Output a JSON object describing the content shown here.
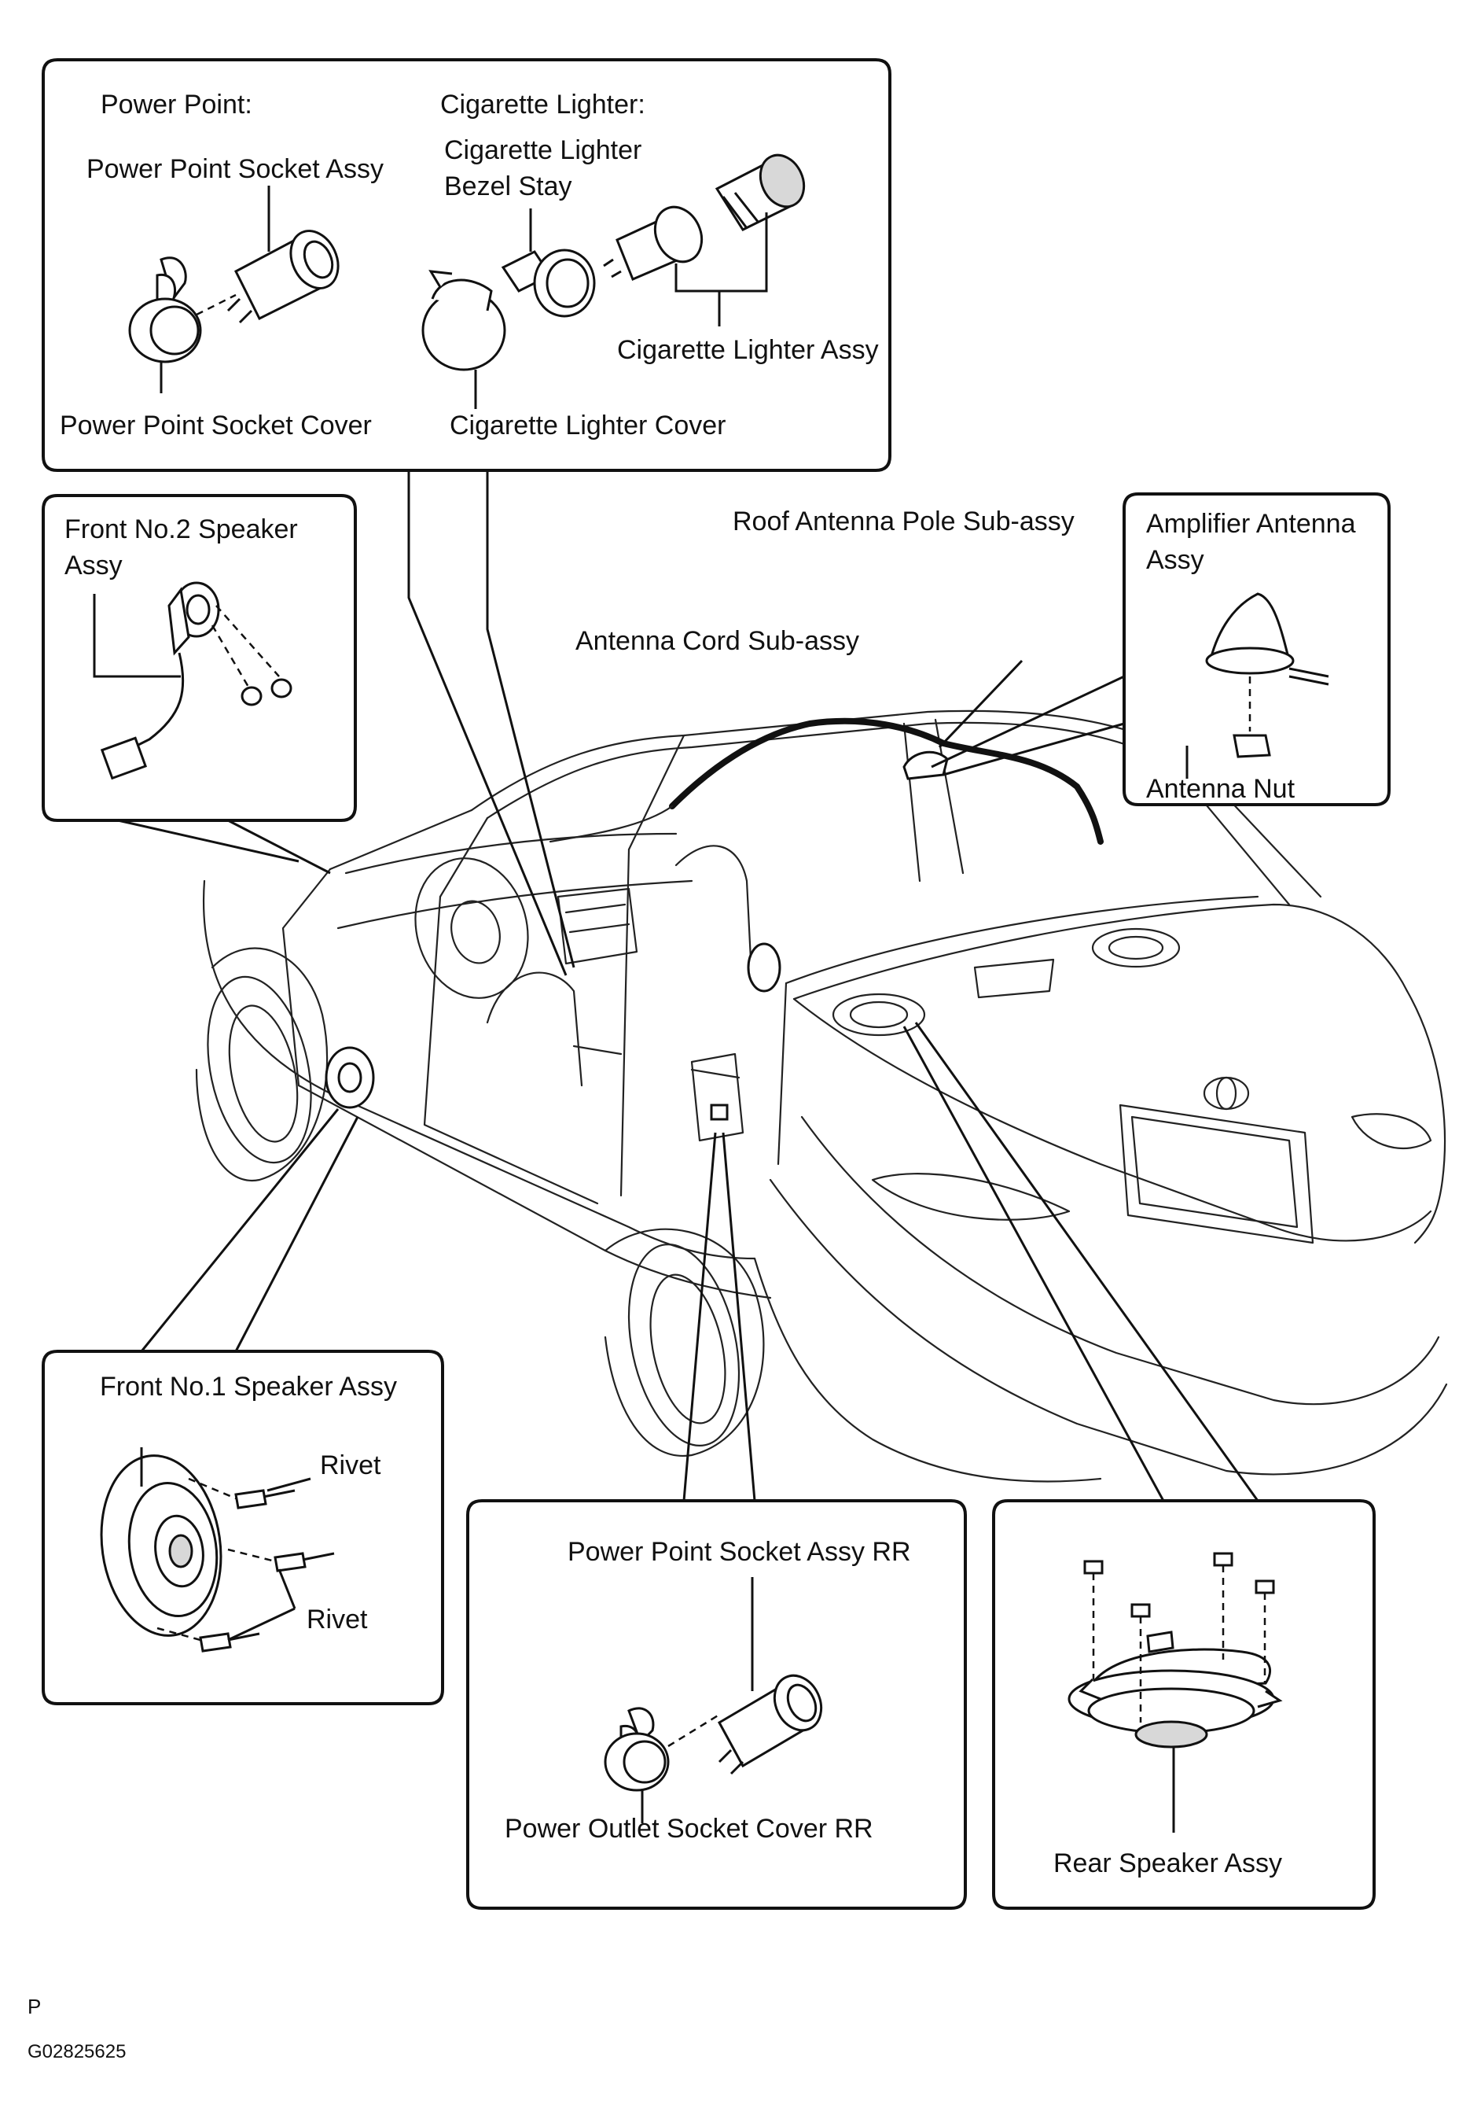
{
  "labels": {
    "power_point_heading": "Power Point:",
    "cigarette_lighter_heading": "Cigarette Lighter:",
    "power_point_socket_assy": "Power Point Socket Assy",
    "cigarette_lighter_bezel_stay": "Cigarette Lighter\nBezel Stay",
    "cigarette_lighter_assy": "Cigarette Lighter Assy",
    "power_point_socket_cover": "Power Point Socket Cover",
    "cigarette_lighter_cover": "Cigarette Lighter Cover",
    "front_no2_speaker_assy": "Front  No.2  Speaker\nAssy",
    "roof_antenna_pole_sub_assy": "Roof Antenna Pole Sub-assy",
    "antenna_cord_sub_assy": "Antenna Cord Sub-assy",
    "amplifier_antenna_assy": "Amplifier Antenna\nAssy",
    "antenna_nut": "Antenna Nut",
    "front_no1_speaker_assy": "Front No.1 Speaker Assy",
    "rivet_upper": "Rivet",
    "rivet_lower": "Rivet",
    "power_point_socket_assy_rr": "Power Point Socket Assy RR",
    "power_outlet_socket_cover_rr": "Power Outlet Socket Cover RR",
    "rear_speaker_assy": "Rear Speaker Assy"
  },
  "footer": {
    "mark": "P",
    "code": "G02825625"
  }
}
